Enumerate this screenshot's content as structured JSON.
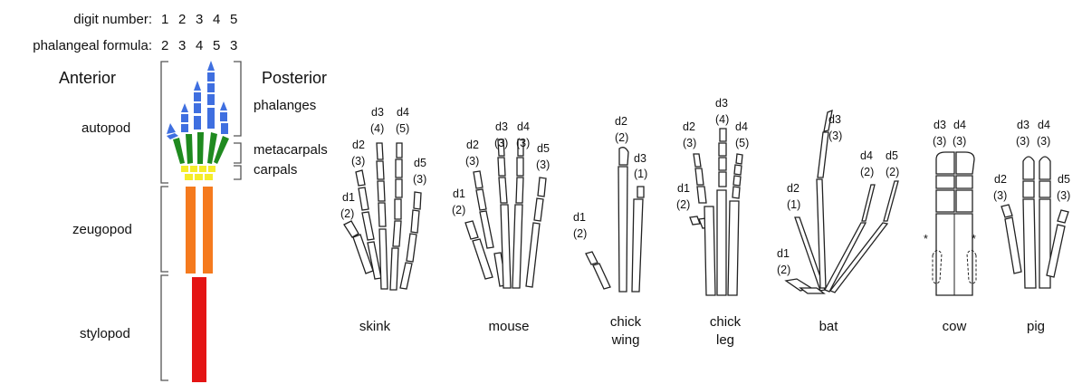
{
  "header": {
    "digit_number_label": "digit number:",
    "digit_numbers": [
      "1",
      "2",
      "3",
      "4",
      "5"
    ],
    "phalangeal_formula_label": "phalangeal formula:",
    "phalangeal_formula": [
      "2",
      "3",
      "4",
      "5",
      "3"
    ]
  },
  "orientation": {
    "anterior": "Anterior",
    "posterior": "Posterior"
  },
  "limb_segments": {
    "autopod": "autopod",
    "zeugopod": "zeugopod",
    "stylopod": "stylopod"
  },
  "autopod_parts": {
    "phalanges": "phalanges",
    "metacarpals": "metacarpals",
    "carpals": "carpals"
  },
  "colors": {
    "phalanges": "#3f6fe0",
    "metacarpals": "#1f8a1f",
    "carpals": "#f5ec2a",
    "zeugopod": "#f57a1e",
    "stylopod": "#e41414"
  },
  "species": [
    {
      "name": "skink",
      "digits": [
        {
          "d": "d1",
          "n": "(2)"
        },
        {
          "d": "d2",
          "n": "(3)"
        },
        {
          "d": "d3",
          "n": "(4)"
        },
        {
          "d": "d4",
          "n": "(5)"
        },
        {
          "d": "d5",
          "n": "(3)"
        }
      ]
    },
    {
      "name": "mouse",
      "digits": [
        {
          "d": "d1",
          "n": "(2)"
        },
        {
          "d": "d2",
          "n": "(3)"
        },
        {
          "d": "d3",
          "n": "(3)"
        },
        {
          "d": "d4",
          "n": "(3)"
        },
        {
          "d": "d5",
          "n": "(3)"
        }
      ]
    },
    {
      "name": "chick\nwing",
      "name_line1": "chick",
      "name_line2": "wing",
      "digits": [
        {
          "d": "d1",
          "n": "(2)"
        },
        {
          "d": "d2",
          "n": "(2)"
        },
        {
          "d": "d3",
          "n": "(1)"
        }
      ]
    },
    {
      "name": "chick\nleg",
      "name_line1": "chick",
      "name_line2": "leg",
      "digits": [
        {
          "d": "d1",
          "n": "(2)"
        },
        {
          "d": "d2",
          "n": "(3)"
        },
        {
          "d": "d3",
          "n": "(4)"
        },
        {
          "d": "d4",
          "n": "(5)"
        }
      ]
    },
    {
      "name": "bat",
      "digits": [
        {
          "d": "d1",
          "n": "(2)"
        },
        {
          "d": "d2",
          "n": "(1)"
        },
        {
          "d": "d3",
          "n": "(3)"
        },
        {
          "d": "d4",
          "n": "(2)"
        },
        {
          "d": "d5",
          "n": "(2)"
        }
      ]
    },
    {
      "name": "cow",
      "digits": [
        {
          "d": "d3",
          "n": "(3)"
        },
        {
          "d": "d4",
          "n": "(3)"
        }
      ],
      "marks": [
        "*",
        "*"
      ]
    },
    {
      "name": "pig",
      "digits": [
        {
          "d": "d2",
          "n": "(3)"
        },
        {
          "d": "d3",
          "n": "(3)"
        },
        {
          "d": "d4",
          "n": "(3)"
        },
        {
          "d": "d5",
          "n": "(3)"
        }
      ]
    }
  ]
}
